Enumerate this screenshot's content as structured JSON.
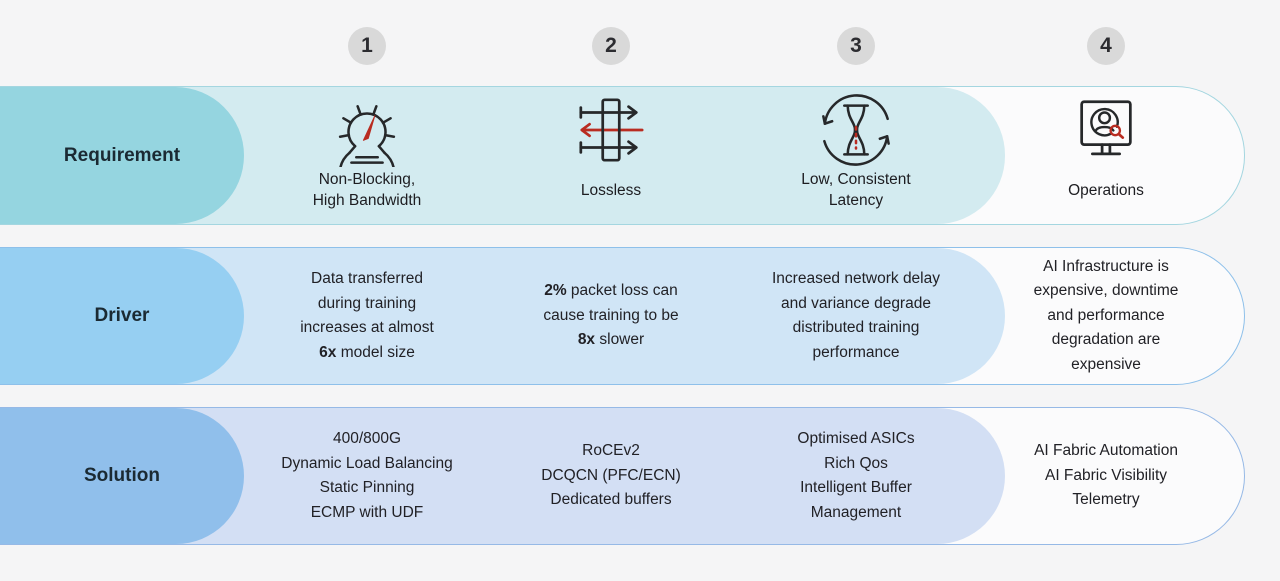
{
  "palette": {
    "page_bg": "#f5f5f6",
    "step_circle_bg": "#d9d9d9",
    "icon_stroke": "#26282a",
    "icon_accent_red": "#b92c21",
    "text_color": "#212126",
    "rows": {
      "requirement": {
        "cap": "#95d5e0",
        "fill": "#d3ebf0",
        "border": "#a4d6e0"
      },
      "driver": {
        "cap": "#96cff2",
        "fill": "#d0e5f6",
        "border": "#8ec0ea"
      },
      "solution": {
        "cap": "#90bfeb",
        "fill": "#d3dff4",
        "border": "#96b9e6"
      }
    }
  },
  "steps": [
    "1",
    "2",
    "3",
    "4"
  ],
  "requirement": {
    "label": "Requirement",
    "col1": {
      "icon": "speedometer-icon",
      "l1": "Non-Blocking,",
      "l2": "High Bandwidth"
    },
    "col2": {
      "icon": "lossless-arrows-icon",
      "l1": "Lossless"
    },
    "col3": {
      "icon": "hourglass-cycle-icon",
      "l1": "Low, Consistent",
      "l2": "Latency"
    },
    "col4": {
      "icon": "monitor-search-icon",
      "l1": "Operations"
    }
  },
  "driver": {
    "label": "Driver",
    "col1": {
      "l1": "Data transferred",
      "l2": "during training",
      "l3": "increases at almost",
      "l4_bold": "6x",
      "l4_rest": " model size"
    },
    "col2": {
      "l1_bold": "2%",
      "l1_rest": " packet loss can",
      "l2": "cause training to be",
      "l3_bold": "8x",
      "l3_rest": " slower"
    },
    "col3": {
      "l1": "Increased network delay",
      "l2": "and variance degrade",
      "l3": "distributed training",
      "l4": "performance"
    },
    "col4": {
      "l1": "AI Infrastructure is",
      "l2": "expensive, downtime",
      "l3": "and performance",
      "l4": "degradation are",
      "l5": "expensive"
    }
  },
  "solution": {
    "label": "Solution",
    "col1": {
      "l1": "400/800G",
      "l2": "Dynamic Load Balancing",
      "l3": "Static Pinning",
      "l4": "ECMP with UDF"
    },
    "col2": {
      "l1": "RoCEv2",
      "l2": "DCQCN (PFC/ECN)",
      "l3": "Dedicated buffers"
    },
    "col3": {
      "l1": "Optimised ASICs",
      "l2": "Rich Qos",
      "l3": "Intelligent Buffer",
      "l4": "Management"
    },
    "col4": {
      "l1": "AI Fabric Automation",
      "l2": "AI Fabric Visibility",
      "l3": "Telemetry"
    }
  }
}
